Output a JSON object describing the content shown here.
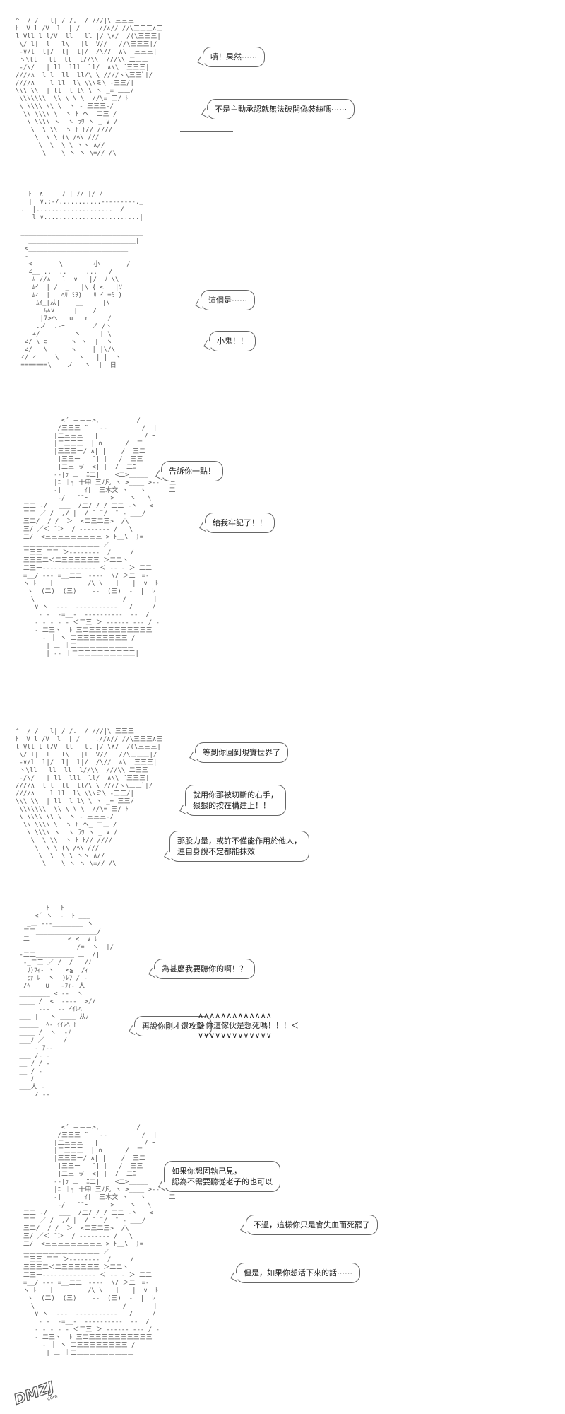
{
  "panels": [
    {
      "bubbles": [
        "嘖！果然⋯⋯",
        "不是主動承認就無法破開偽裝絲嗎⋯⋯"
      ]
    },
    {
      "bubbles": [
        "這個是⋯⋯",
        "小鬼！！"
      ]
    },
    {
      "bubbles": [
        "告訴你一點！",
        "給我牢記了！！"
      ]
    },
    {
      "bubbles": [
        "等到你回到現實世界了",
        "就用你那被切斷的右手，\n狠狠的按在構建上！！",
        "那股力量，或許不僅能作用於他人，\n連自身說不定都能抹效"
      ]
    },
    {
      "bubbles": [
        "為甚麽我要聽你的啊！？",
        "再說你剛才還攻擊"
      ],
      "shout": "＞你這傢伙是想死嗎！！！＜"
    },
    {
      "bubbles": [
        "如果你想固執己見，\n認為不需要聽從老子的也可以",
        "不過，這樣你只是會失血而死罷了",
        "但是，如果你想活下來的話⋯⋯"
      ]
    }
  ],
  "watermark": "DMZJ.com"
}
